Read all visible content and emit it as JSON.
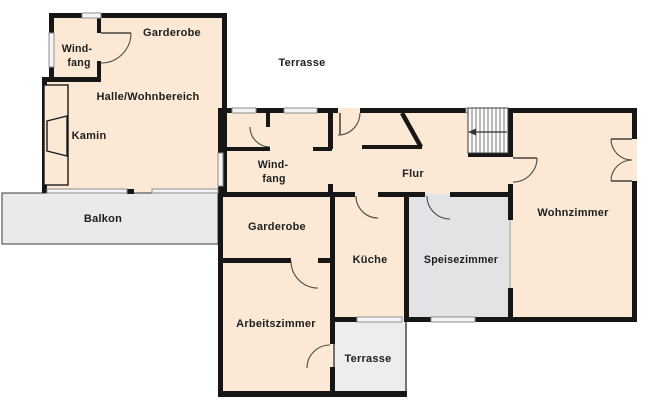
{
  "floorplan": {
    "colors": {
      "room_fill": "#fbe9d6",
      "wall": "#161616",
      "dining_fill": "#e3e3e5",
      "balcony_fill": "#eaeaeb",
      "terrace_fill": "#ededee",
      "label_text": "#1d1d1f"
    },
    "rooms": {
      "windfang_upper": {
        "label_line1": "Wind-",
        "label_line2": "fang"
      },
      "garderobe_upper": {
        "label": "Garderobe"
      },
      "terrasse_upper": {
        "label": "Terrasse"
      },
      "halle": {
        "label": "Halle/Wohnbereich"
      },
      "kamin": {
        "label": "Kamin"
      },
      "balkon": {
        "label": "Balkon"
      },
      "windfang_mid": {
        "label_line1": "Wind-",
        "label_line2": "fang"
      },
      "flur": {
        "label": "Flur"
      },
      "garderobe_mid": {
        "label": "Garderobe"
      },
      "kueche": {
        "label": "Küche"
      },
      "speisezimmer": {
        "label": "Speisezimmer"
      },
      "wohnzimmer": {
        "label": "Wohnzimmer"
      },
      "arbeitszimmer": {
        "label": "Arbeitszimmer"
      },
      "terrasse_lower": {
        "label": "Terrasse"
      }
    }
  }
}
